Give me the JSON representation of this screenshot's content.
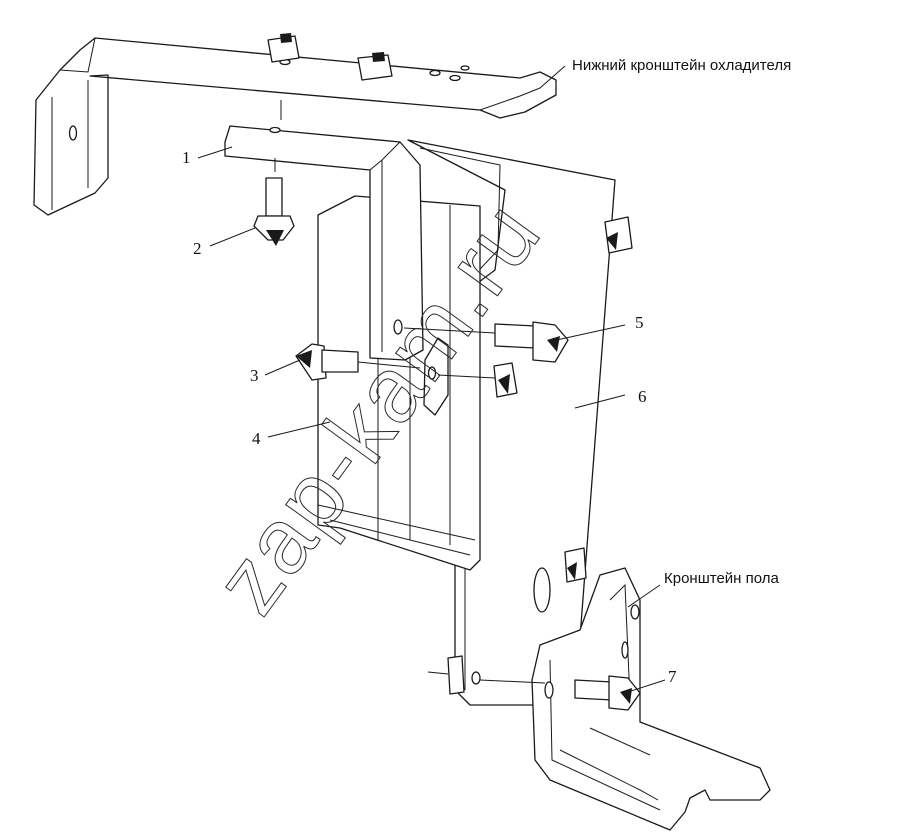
{
  "labels": {
    "cooler_bracket": "Нижний кронштейн охладителя",
    "floor_bracket": "Кронштейн пола"
  },
  "callouts": [
    "1",
    "2",
    "3",
    "4",
    "5",
    "6",
    "7"
  ],
  "watermark": "zap-kam.ru"
}
